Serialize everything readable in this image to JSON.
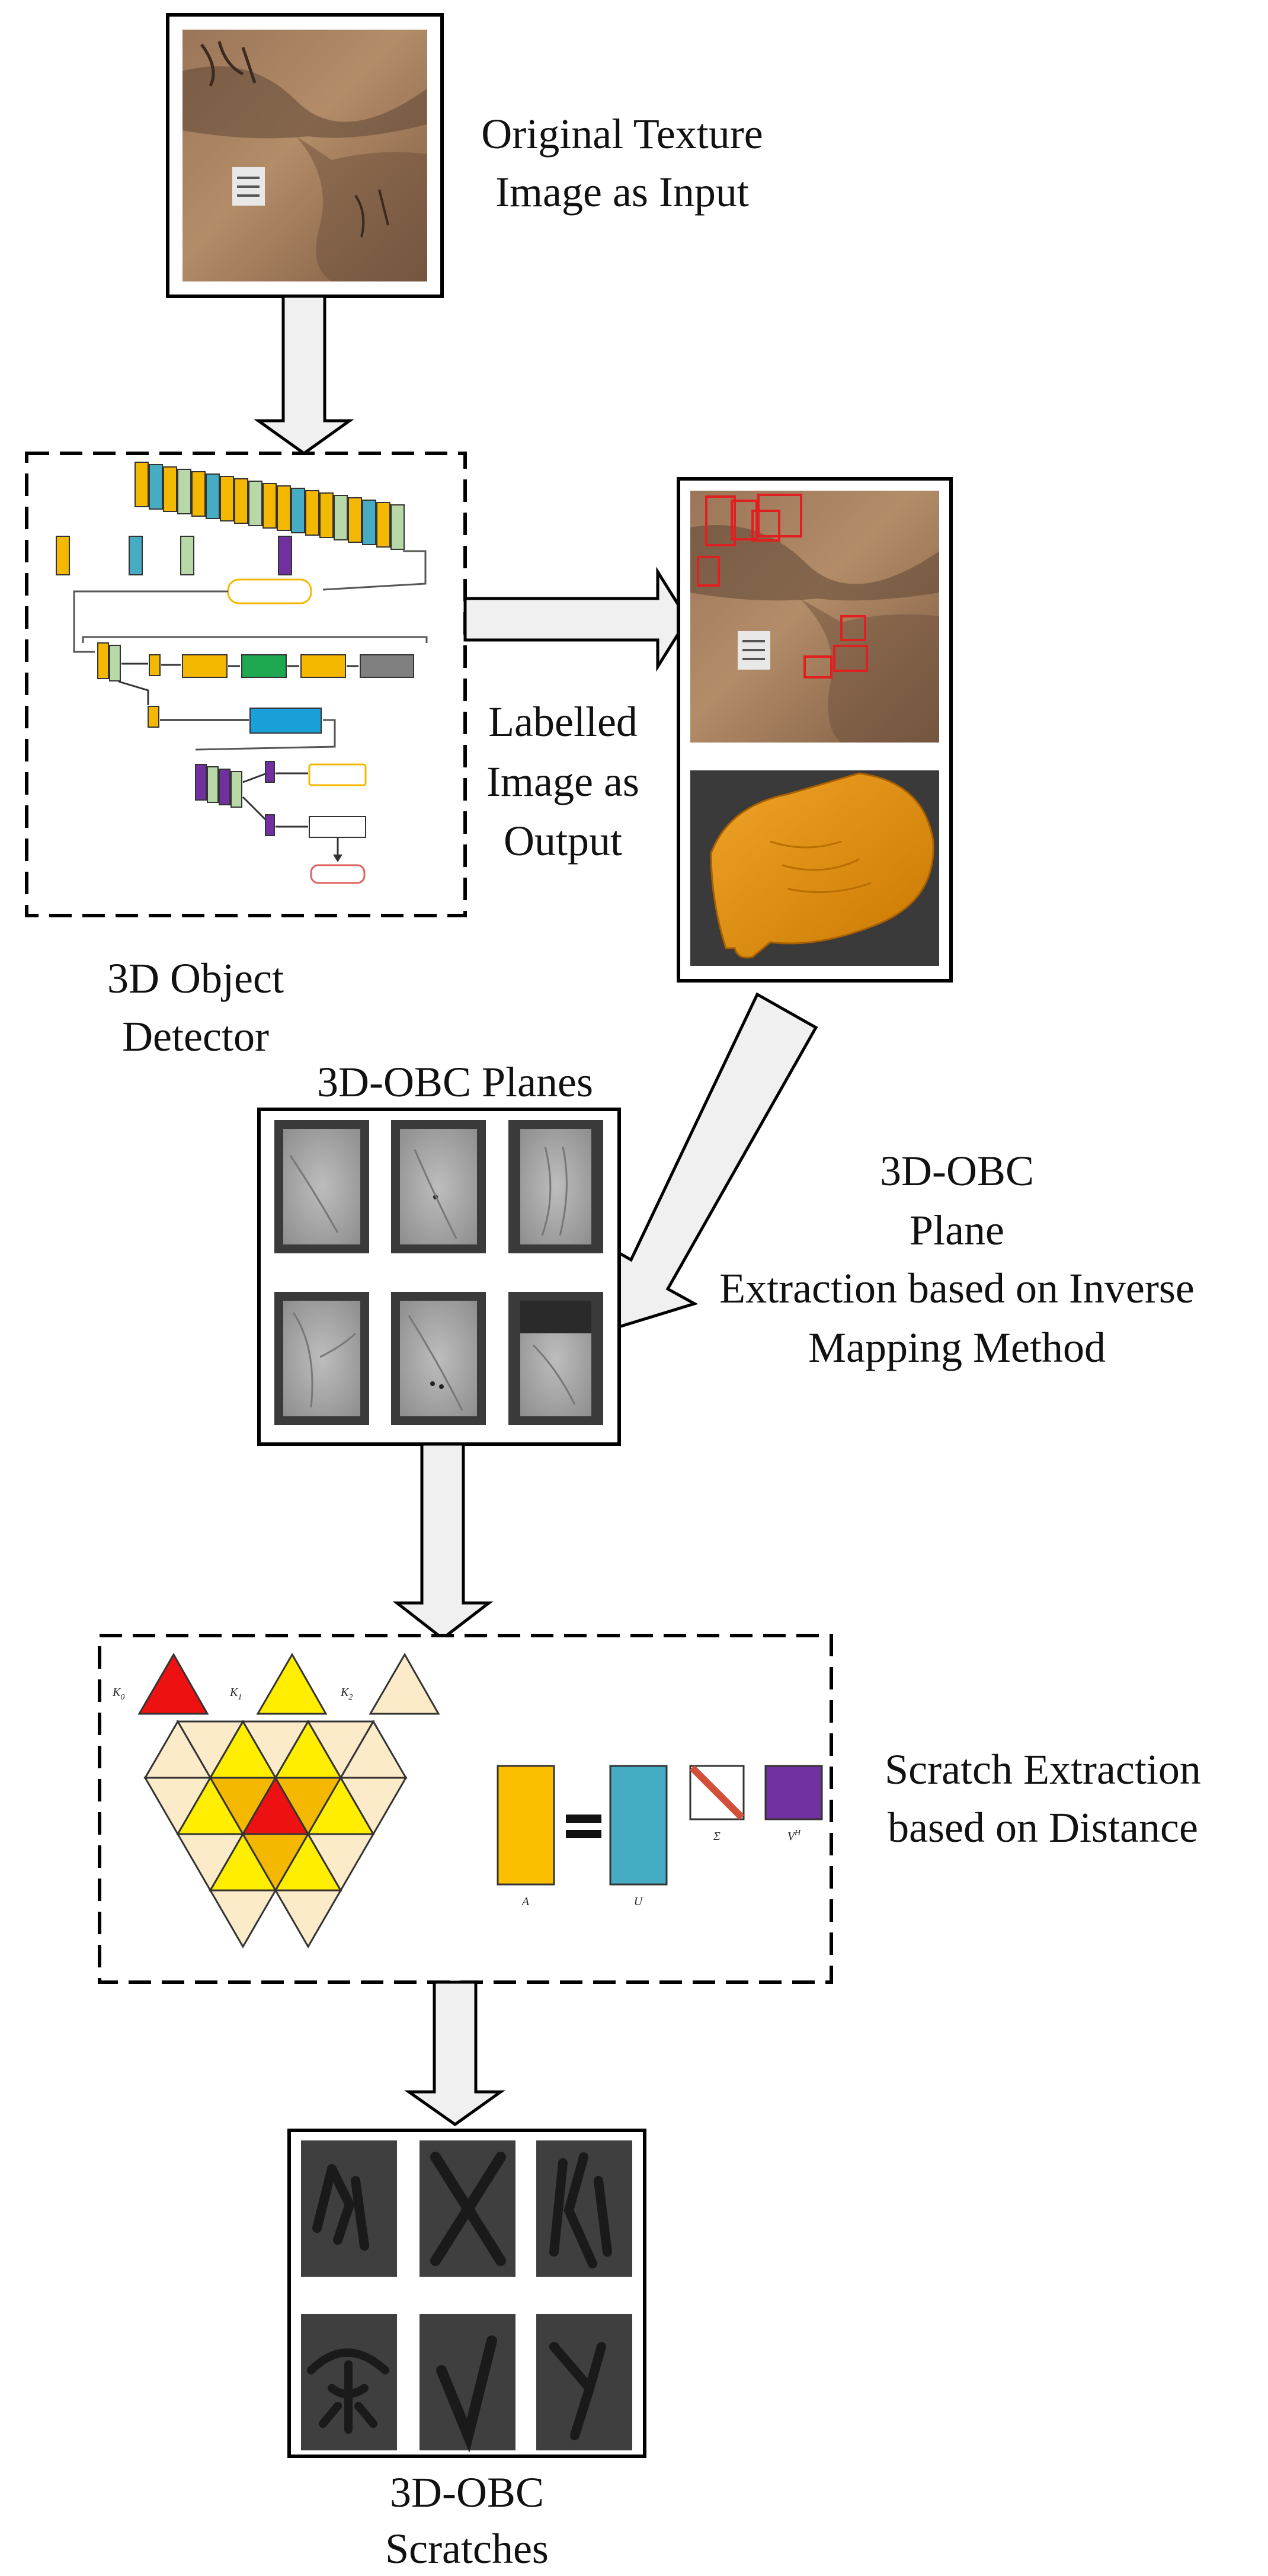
{
  "labels": {
    "input_line1": "Original Texture",
    "input_line2": "Image as Input",
    "detector_line1": "3D Object",
    "detector_line2": "Detector",
    "output_line1": "Labelled",
    "output_line2": "Image as",
    "output_line3": "Output",
    "planes_title": "3D-OBC Planes",
    "plane_extract_line1": "3D-OBC",
    "plane_extract_line2": "Plane",
    "plane_extract_line3": "Extraction based on Inverse",
    "plane_extract_line4": "Mapping Method",
    "scratch_extract_line1": "Scratch Extraction",
    "scratch_extract_line2": "based on Distance",
    "scratches_line1": "3D-OBC",
    "scratches_line2": "Scratches"
  },
  "symbols": {
    "k0": "K",
    "k0_sub": "0",
    "k1": "K",
    "k1_sub": "1",
    "k2": "K",
    "k2_sub": "2",
    "a": "A",
    "u": "U",
    "sigma": "Σ",
    "vh": "V",
    "vh_sup": "H"
  },
  "colors": {
    "svd_a": "#fbbf00",
    "svd_u": "#46acc4",
    "svd_v": "#7030a0",
    "tri_red": "#ee1111",
    "tri_yellow": "#ffee00",
    "tri_orange": "#f5b800",
    "tri_cream": "#fcebc9",
    "arrow_fill": "#f0f0f0"
  }
}
